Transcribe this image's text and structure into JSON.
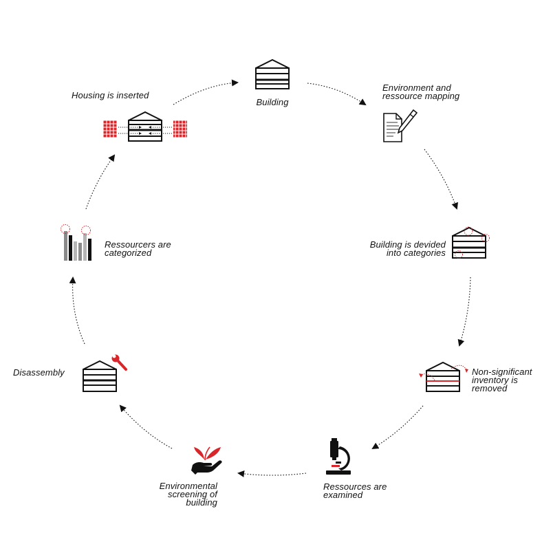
{
  "diagram": {
    "steps": [
      {
        "id": "building",
        "lines": [
          "Building"
        ]
      },
      {
        "id": "mapping",
        "lines": [
          "Environment and",
          "ressource mapping"
        ]
      },
      {
        "id": "categories",
        "lines": [
          "Building is devided",
          "into categories"
        ]
      },
      {
        "id": "removed",
        "lines": [
          "Non-significant",
          "inventory is",
          "removed"
        ]
      },
      {
        "id": "examined",
        "lines": [
          "Ressources are",
          "examined"
        ]
      },
      {
        "id": "screening",
        "lines": [
          "Environmental",
          "screening of",
          "building"
        ]
      },
      {
        "id": "disassembly",
        "lines": [
          "Disassembly"
        ]
      },
      {
        "id": "categorized",
        "lines": [
          "Ressourcers are",
          "categorized"
        ]
      },
      {
        "id": "housing",
        "lines": [
          "Housing is inserted"
        ]
      }
    ],
    "colors": {
      "accent": "#d9262b",
      "ink": "#111111",
      "gray": "#8a8a8a"
    },
    "icons": [
      "building-icon",
      "document-pen-icon",
      "building-categories-icon",
      "building-removal-icon",
      "microscope-icon",
      "hand-plant-icon",
      "building-wrench-icon",
      "bar-columns-icon",
      "housing-insert-icon"
    ]
  }
}
